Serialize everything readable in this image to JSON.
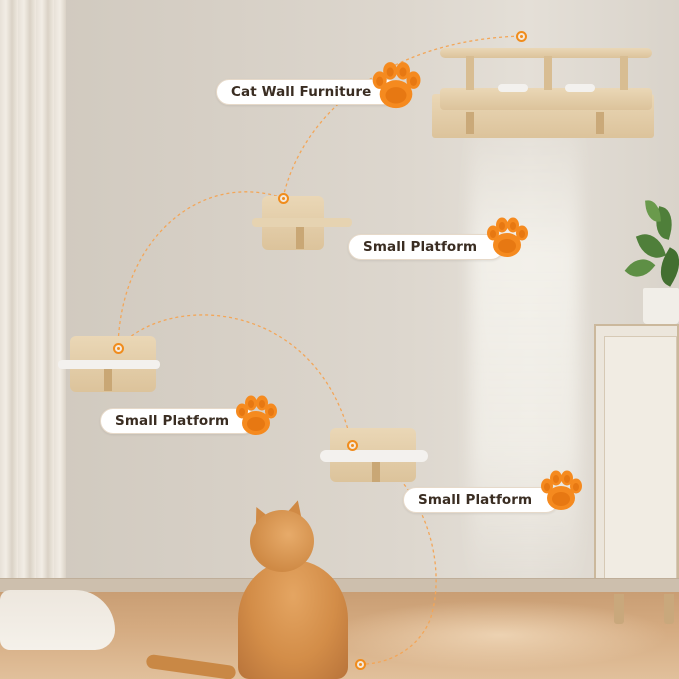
{
  "image": {
    "description": "Product photo: wall-mounted cat furniture set with one bed-style shelf and three small platforms on a beige wall; orange tabby cat sitting on wooden floor looking up",
    "accent_color": "#f08c1c",
    "label_text_color": "#3a2d22"
  },
  "labels": [
    {
      "id": "cat-wall-furniture",
      "text": "Cat Wall Furniture"
    },
    {
      "id": "small-platform-1",
      "text": "Small Platform"
    },
    {
      "id": "small-platform-2",
      "text": "Small Platform"
    },
    {
      "id": "small-platform-3",
      "text": "Small Platform"
    }
  ],
  "icons": {
    "paw": "paw-print-icon",
    "connector_dot": "connector-dot-icon"
  }
}
